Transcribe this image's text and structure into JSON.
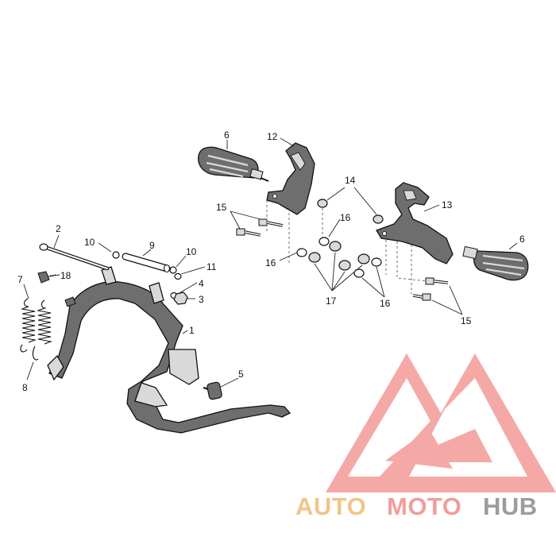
{
  "callouts": {
    "c1": "1",
    "c2": "2",
    "c3": "3",
    "c4": "4",
    "c5": "5",
    "c6a": "6",
    "c6b": "6",
    "c7": "7",
    "c8": "8",
    "c9": "9",
    "c10a": "10",
    "c10b": "10",
    "c11": "11",
    "c12": "12",
    "c13": "13",
    "c14": "14",
    "c15a": "15",
    "c15b": "15",
    "c16a": "16",
    "c16b": "16",
    "c16c": "16",
    "c17": "17",
    "c18": "18"
  },
  "watermark": {
    "brand": "AUTOMOTOHUB",
    "brand_parts": {
      "auto": "AUTO",
      "moto": "MOTO",
      "hub": "HUB"
    },
    "colors": {
      "auto": "#f2c487",
      "moto": "#f19d9a",
      "hub": "#9c9c9c",
      "logo": "#f4a09e"
    }
  },
  "colors": {
    "line": "#111111",
    "part_fill": "#6e6e6e",
    "part_light": "#d9d9d9",
    "background": "#ffffff"
  }
}
